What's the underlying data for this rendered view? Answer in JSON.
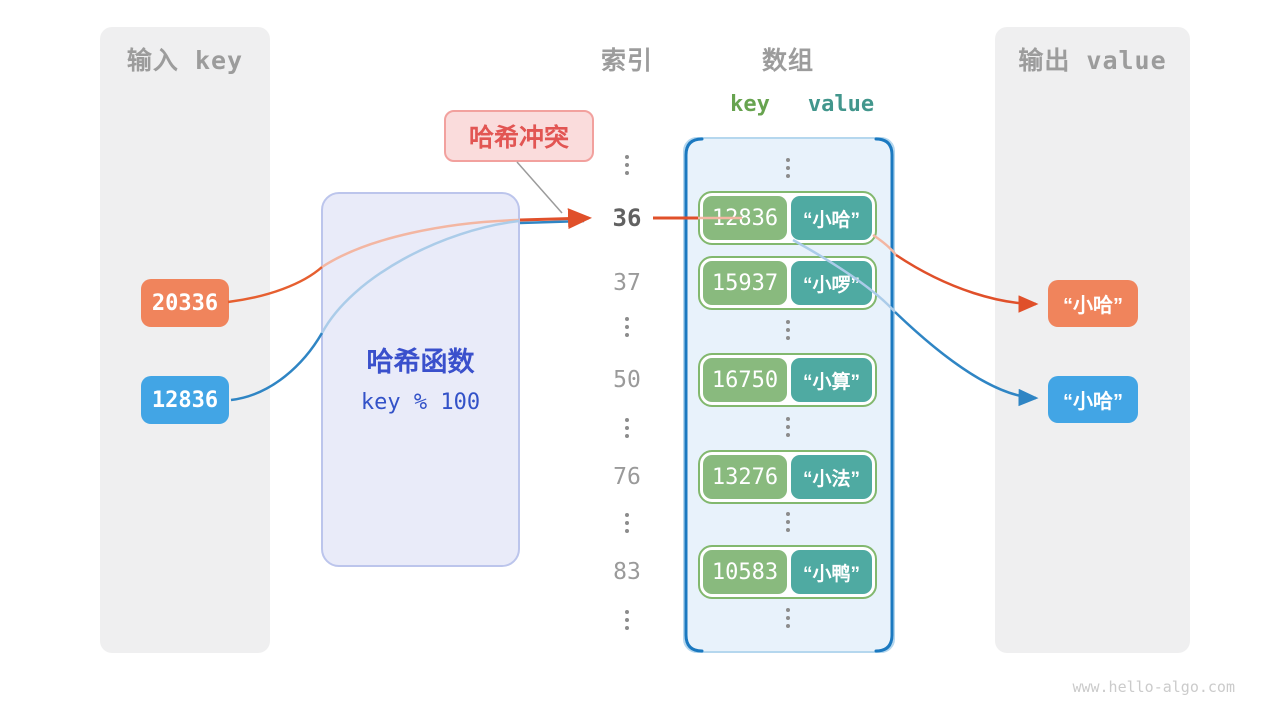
{
  "input_panel": {
    "title": "输入 key",
    "keys": [
      {
        "value": "20336",
        "color": "#f0845c"
      },
      {
        "value": "12836",
        "color": "#42a5e5"
      }
    ]
  },
  "hash_box": {
    "title": "哈希函数",
    "formula": "key % 100"
  },
  "collision_label": {
    "text": "哈希冲突"
  },
  "index_column": {
    "title": "索引",
    "entries": [
      {
        "label": "36",
        "highlight": true
      },
      {
        "label": "37",
        "highlight": false
      },
      {
        "label": "50",
        "highlight": false
      },
      {
        "label": "76",
        "highlight": false
      },
      {
        "label": "83",
        "highlight": false
      }
    ]
  },
  "array_panel": {
    "title": "数组",
    "key_header": "key",
    "value_header": "value",
    "rows": [
      {
        "key": "12836",
        "value": "“小哈”"
      },
      {
        "key": "15937",
        "value": "“小啰”"
      },
      {
        "key": "16750",
        "value": "“小算”"
      },
      {
        "key": "13276",
        "value": "“小法”"
      },
      {
        "key": "10583",
        "value": "“小鸭”"
      }
    ]
  },
  "output_panel": {
    "title": "输出 value",
    "values": [
      {
        "text": "“小哈”",
        "color": "#f0845c"
      },
      {
        "text": "“小哈”",
        "color": "#42a5e5"
      }
    ]
  },
  "watermark": "www.hello-algo.com",
  "colors": {
    "input_key_orange": "#f0845c",
    "input_key_blue": "#42a5e5",
    "array_key_green": "#89ba7e",
    "array_value_teal": "#4faaa2",
    "arrow_orange": "#e0502a",
    "arrow_blue": "#2f85c4",
    "hash_text_blue": "#3a50cc",
    "collision_red": "#e25553",
    "bracket_blue": "#1b79c0",
    "panel_gray": "#efeff0"
  }
}
